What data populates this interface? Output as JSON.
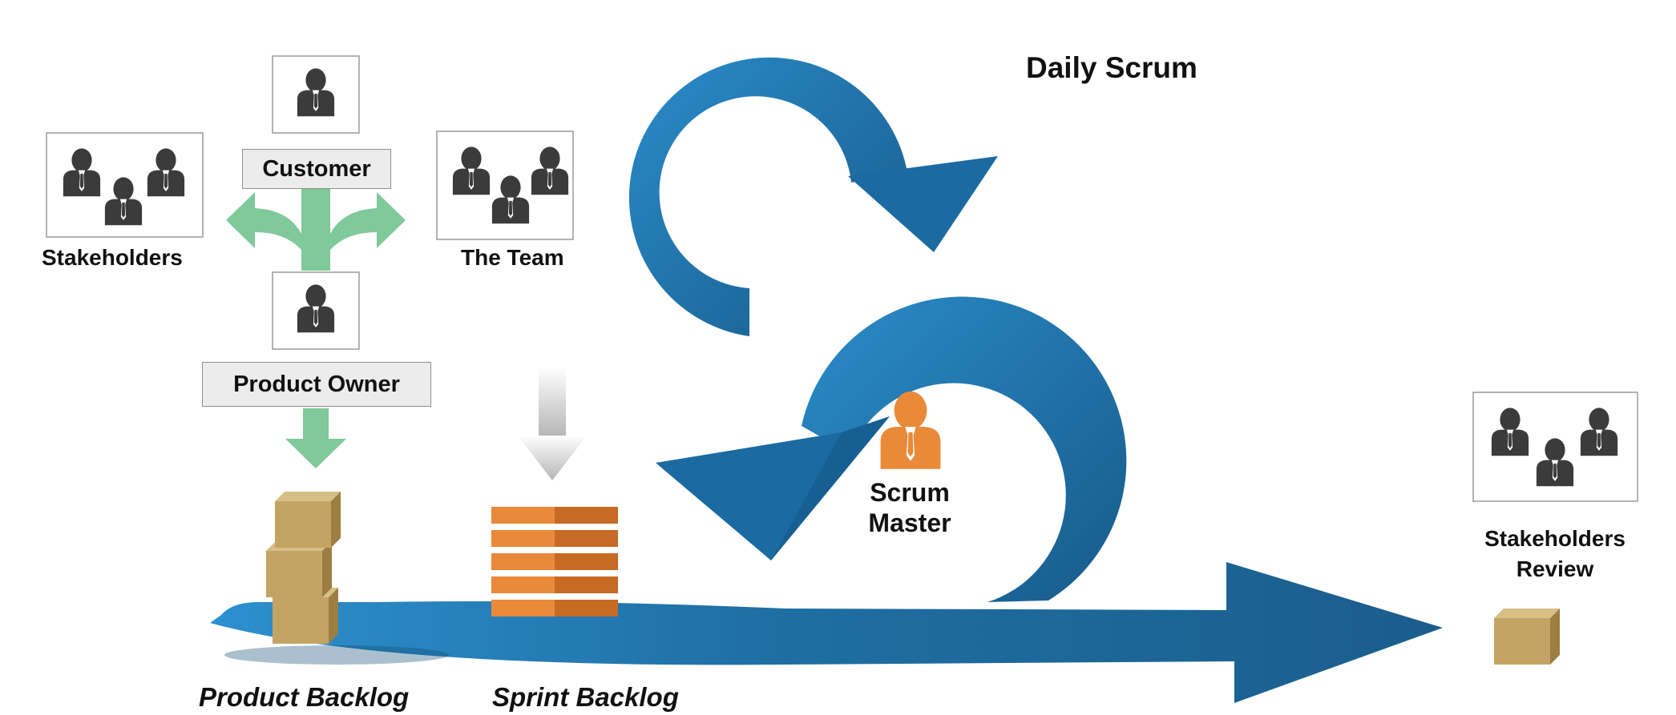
{
  "title": "Daily Scrum",
  "roles": {
    "customer": "Customer",
    "stakeholders": "Stakeholders",
    "team": "The Team",
    "product_owner": "Product Owner",
    "scrum_master_line1": "Scrum",
    "scrum_master_line2": "Master",
    "review_line1": "Stakeholders",
    "review_line2": "Review"
  },
  "artifacts": {
    "product_backlog": "Product Backlog",
    "sprint_backlog": "Sprint Backlog"
  },
  "colors": {
    "loop_blue": "#1d6ea8",
    "loop_blue_light": "#2a86c4",
    "green_arrow": "#7fc99a",
    "orange": "#e9893a",
    "box_tan": "#c8a96a",
    "person_gray": "#3b3b3b"
  }
}
